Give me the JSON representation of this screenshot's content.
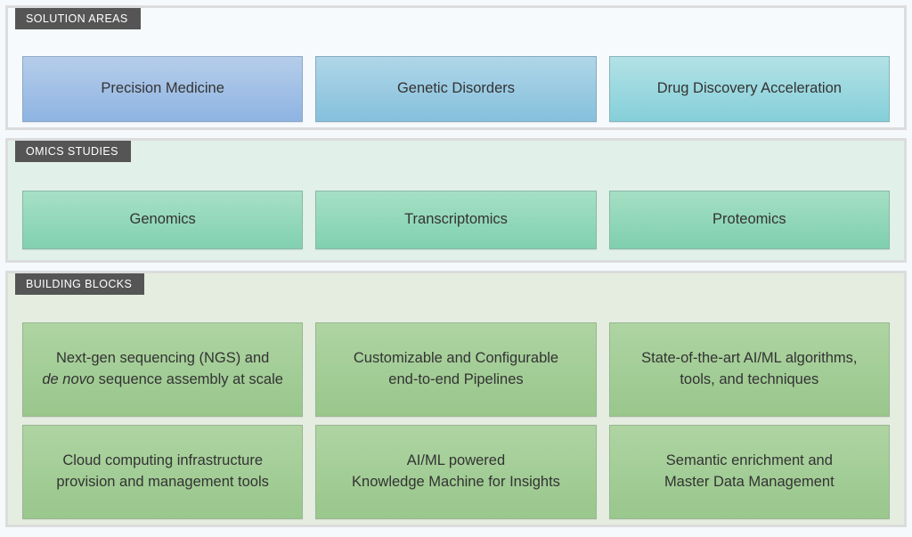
{
  "page": {
    "background": "#f5f9fc",
    "header_tab_bg": "#555555",
    "header_tab_fg": "#ffffff"
  },
  "sections": [
    {
      "id": "solution-areas",
      "title": "SOLUTION AREAS",
      "panel_bg": "#f6fafd",
      "panel_border": "#dcdcdc",
      "rows": [
        {
          "cells": [
            {
              "label": "Precision Medicine",
              "color_top": "#b6cdea",
              "color_bottom": "#8eb4e2"
            },
            {
              "label": "Genetic Disorders",
              "color_top": "#b0d6e8",
              "color_bottom": "#85c0dc"
            },
            {
              "label": "Drug Discovery Acceleration",
              "color_top": "#b2e2e6",
              "color_bottom": "#85cfd9"
            }
          ]
        }
      ]
    },
    {
      "id": "omics-studies",
      "title": "OMICS STUDIES",
      "panel_bg": "#e2f0ea",
      "panel_border": "#dcdcdc",
      "rows": [
        {
          "cells": [
            {
              "label": "Genomics",
              "color_top": "#a7e0c6",
              "color_bottom": "#81d0b1"
            },
            {
              "label": "Transcriptomics",
              "color_top": "#a6e0c5",
              "color_bottom": "#80d0b0"
            },
            {
              "label": "Proteomics",
              "color_top": "#a5dfc4",
              "color_bottom": "#7fcfaf"
            }
          ]
        }
      ]
    },
    {
      "id": "building-blocks",
      "title": "BUILDING BLOCKS",
      "panel_bg": "#e5ede1",
      "panel_border": "#dcdcdc",
      "rows": [
        {
          "cells": [
            {
              "lines": [
                {
                  "text": "Next-gen sequencing (NGS) and",
                  "italic_prefix": ""
                },
                {
                  "text": " sequence assembly at scale",
                  "italic_prefix": "de novo"
                }
              ],
              "label": "Next-gen sequencing (NGS) and de novo sequence assembly at scale",
              "color_top": "#aed4a2",
              "color_bottom": "#99c78c"
            },
            {
              "lines": [
                {
                  "text": "Customizable and Configurable",
                  "italic_prefix": ""
                },
                {
                  "text": "end-to-end Pipelines",
                  "italic_prefix": ""
                }
              ],
              "label": "Customizable and Configurable end-to-end Pipelines",
              "color_top": "#aed4a2",
              "color_bottom": "#99c78c"
            },
            {
              "lines": [
                {
                  "text": "State-of-the-art AI/ML algorithms,",
                  "italic_prefix": ""
                },
                {
                  "text": "tools, and techniques",
                  "italic_prefix": ""
                }
              ],
              "label": "State-of-the-art AI/ML algorithms, tools, and techniques",
              "color_top": "#aed4a2",
              "color_bottom": "#99c78c"
            }
          ]
        },
        {
          "cells": [
            {
              "lines": [
                {
                  "text": "Cloud computing infrastructure",
                  "italic_prefix": ""
                },
                {
                  "text": "provision and management tools",
                  "italic_prefix": ""
                }
              ],
              "label": "Cloud computing infrastructure provision and management tools",
              "color_top": "#aed4a2",
              "color_bottom": "#99c78c"
            },
            {
              "lines": [
                {
                  "text": "AI/ML powered",
                  "italic_prefix": ""
                },
                {
                  "text": "Knowledge Machine for Insights",
                  "italic_prefix": ""
                }
              ],
              "label": "AI/ML powered Knowledge Machine for Insights",
              "color_top": "#aed4a2",
              "color_bottom": "#99c78c"
            },
            {
              "lines": [
                {
                  "text": "Semantic enrichment and",
                  "italic_prefix": ""
                },
                {
                  "text": "Master Data Management",
                  "italic_prefix": ""
                }
              ],
              "label": "Semantic enrichment and Master Data Management",
              "color_top": "#aed4a2",
              "color_bottom": "#99c78c"
            }
          ]
        }
      ]
    }
  ]
}
